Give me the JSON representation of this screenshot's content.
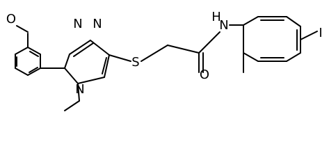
{
  "molecule": {
    "labels": {
      "methoxy_o": "O",
      "n1": "N",
      "n2": "N",
      "n4": "N",
      "s": "S",
      "carbonyl_o": "O",
      "amide_n": "N",
      "amide_h": "H",
      "iodo": "I"
    }
  }
}
